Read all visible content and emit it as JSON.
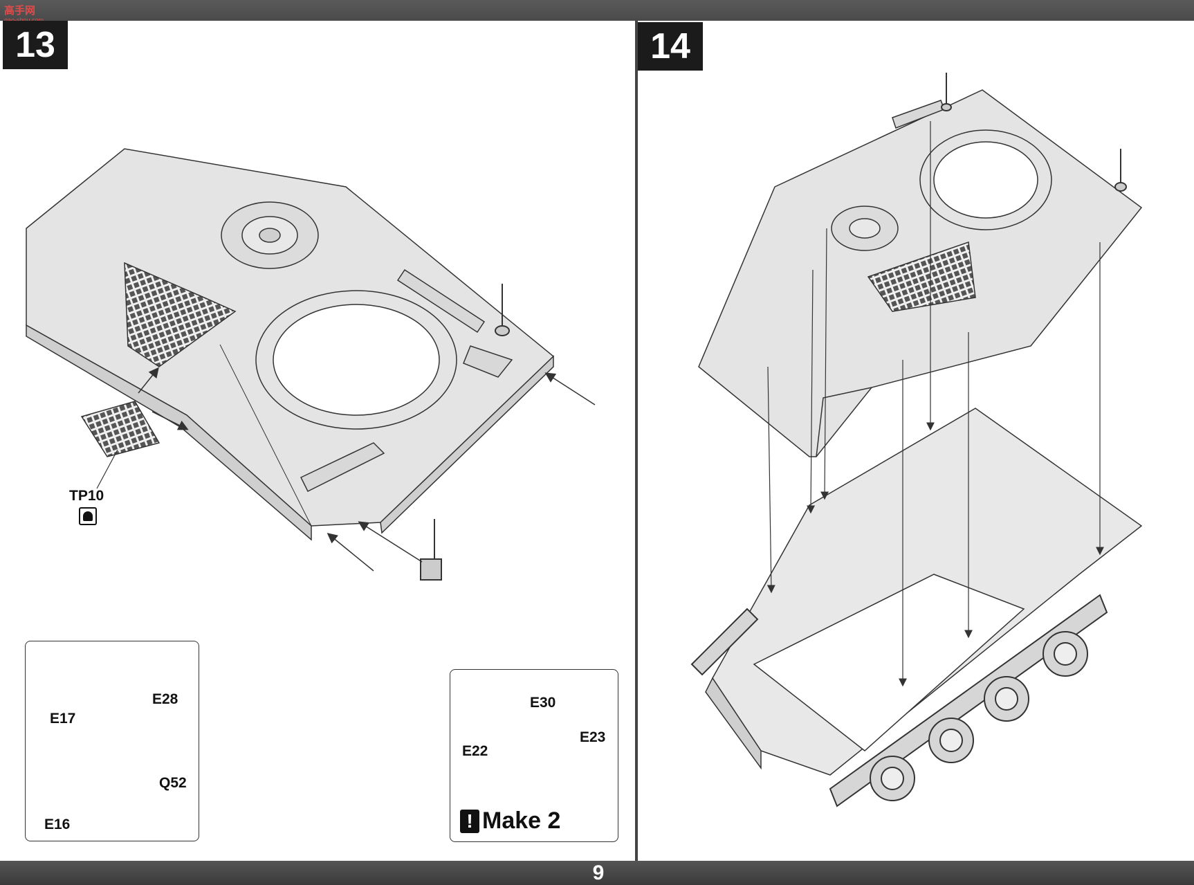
{
  "watermark": {
    "text": "高手网",
    "sub": "gao-shou.com"
  },
  "steps": [
    {
      "number": "13"
    },
    {
      "number": "14"
    }
  ],
  "page_number": "9",
  "parts": {
    "tp10": "TP10",
    "e28": "E28",
    "e17": "E17",
    "q52": "Q52",
    "e16": "E16",
    "e30": "E30",
    "e22": "E22",
    "e23": "E23"
  },
  "make_note": "Make 2",
  "colors": {
    "part_fill": "#e4e4e4",
    "outline": "#333333",
    "step_box": "#1b1b1b"
  },
  "icons": {
    "decal": "decal-icon",
    "attention": "exclamation-icon"
  }
}
